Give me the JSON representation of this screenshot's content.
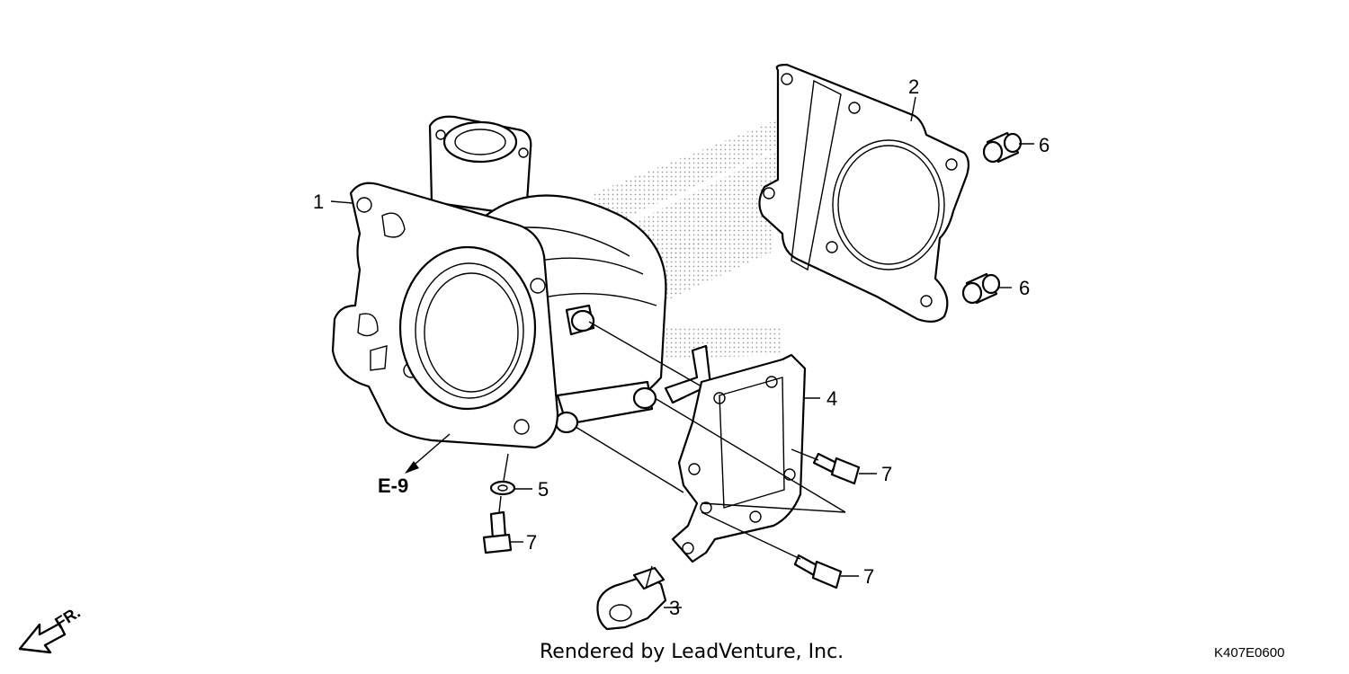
{
  "callouts": [
    {
      "id": "1",
      "label": "1"
    },
    {
      "id": "2",
      "label": "2"
    },
    {
      "id": "3",
      "label": "3"
    },
    {
      "id": "4",
      "label": "4"
    },
    {
      "id": "5",
      "label": "5"
    },
    {
      "id": "6a",
      "label": "6"
    },
    {
      "id": "6b",
      "label": "6"
    },
    {
      "id": "7a",
      "label": "7"
    },
    {
      "id": "7b",
      "label": "7"
    },
    {
      "id": "7c",
      "label": "7"
    }
  ],
  "reference": "E-9",
  "front_label": "FR.",
  "credit": "Rendered by LeadVenture, Inc.",
  "diagram_code": "K407E0600",
  "icons": [
    "front-direction-arrow-icon"
  ]
}
